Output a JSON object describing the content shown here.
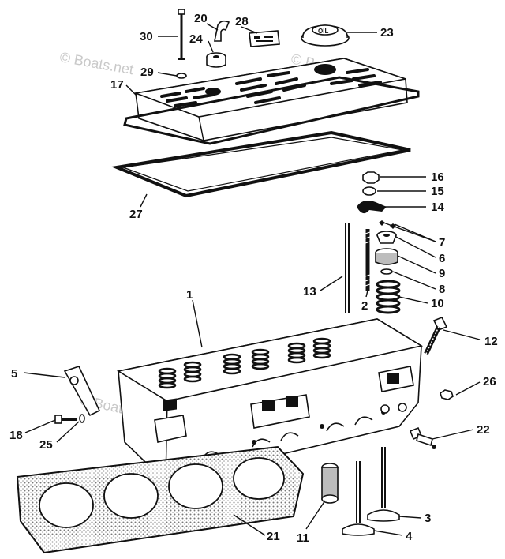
{
  "watermark": "© Boats.net",
  "callouts": [
    {
      "id": "30",
      "text": "30"
    },
    {
      "id": "20",
      "text": "20"
    },
    {
      "id": "28",
      "text": "28"
    },
    {
      "id": "23",
      "text": "23"
    },
    {
      "id": "24",
      "text": "24"
    },
    {
      "id": "29",
      "text": "29"
    },
    {
      "id": "17",
      "text": "17"
    },
    {
      "id": "16",
      "text": "16"
    },
    {
      "id": "15",
      "text": "15"
    },
    {
      "id": "14",
      "text": "14"
    },
    {
      "id": "7",
      "text": "7"
    },
    {
      "id": "6",
      "text": "6"
    },
    {
      "id": "9",
      "text": "9"
    },
    {
      "id": "8",
      "text": "8"
    },
    {
      "id": "10",
      "text": "10"
    },
    {
      "id": "27",
      "text": "27"
    },
    {
      "id": "13",
      "text": "13"
    },
    {
      "id": "2",
      "text": "2"
    },
    {
      "id": "1",
      "text": "1"
    },
    {
      "id": "12",
      "text": "12"
    },
    {
      "id": "5",
      "text": "5"
    },
    {
      "id": "26",
      "text": "26"
    },
    {
      "id": "18",
      "text": "18"
    },
    {
      "id": "25",
      "text": "25"
    },
    {
      "id": "22",
      "text": "22"
    },
    {
      "id": "3",
      "text": "3"
    },
    {
      "id": "21",
      "text": "21"
    },
    {
      "id": "11",
      "text": "11"
    },
    {
      "id": "4",
      "text": "4"
    }
  ],
  "cap_label": "OIL"
}
